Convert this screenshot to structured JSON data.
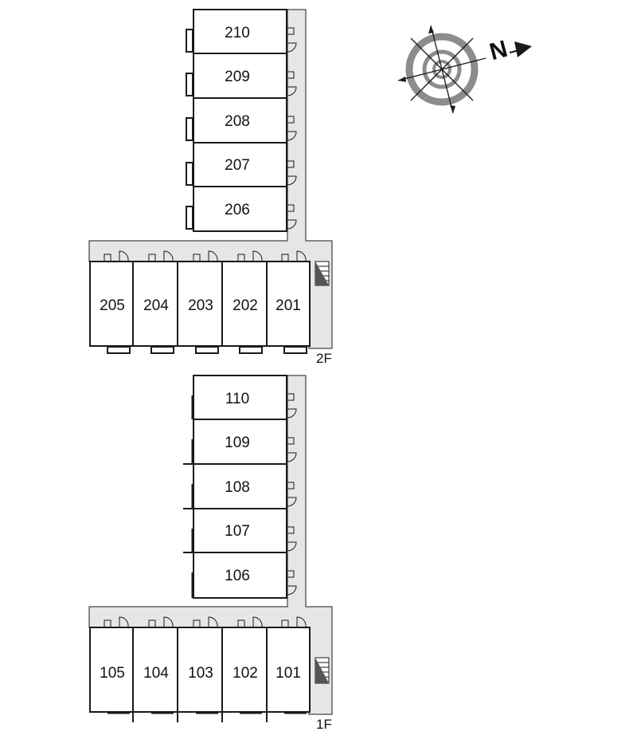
{
  "floors": [
    {
      "label": "2F",
      "vertical_units": [
        "210",
        "209",
        "208",
        "207",
        "206"
      ],
      "horizontal_units": [
        "205",
        "204",
        "203",
        "202",
        "201"
      ]
    },
    {
      "label": "1F",
      "vertical_units": [
        "110",
        "109",
        "108",
        "107",
        "106"
      ],
      "horizontal_units": [
        "105",
        "104",
        "103",
        "102",
        "101"
      ]
    }
  ],
  "compass": {
    "north_label": "N",
    "icon": "compass-rose-icon"
  },
  "colors": {
    "corridor": "#e6e6e6",
    "line": "#1a1a1a",
    "compass_ring": "#8c8c8c"
  }
}
